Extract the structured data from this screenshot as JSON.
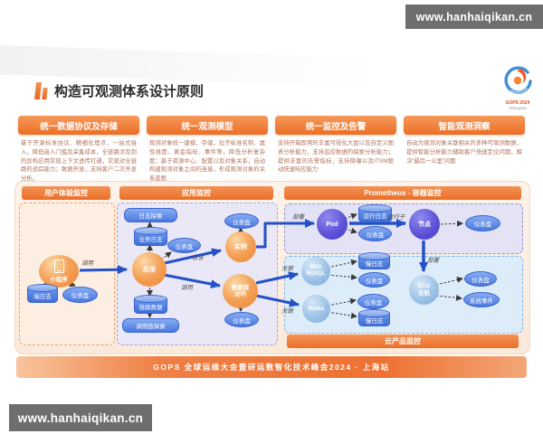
{
  "watermark_top": "www.hanhaiqikan.cn",
  "watermark_bottom": "www.hanhaiqikan.cn",
  "title": "构造可观测体系设计原则",
  "logo": {
    "name": "GOPS 2024",
    "city": "Shanghai"
  },
  "footer": "GOPS 全球运维大会暨研运数智化技术峰会2024 · 上海站",
  "principles": [
    {
      "title": "统一数据协议及存储",
      "desc": "基于开源标准协议、精细化埋点，一站式接入，降低接入门槛及采集成本，全链路涉及到的异构应用实现上下文透传打通，实现对全链路的追踪能力；数据开放，支持客户二次开发分析。"
    },
    {
      "title": "统一观测模型",
      "desc": "观测对象统一建模、存储，拉齐标准名称、属性维度、黄金指标、事件等，降低分析复杂度；基于资源中心、配置以及对象关系，自动构建观测对象之间的连接，形成观测对象的关系蓝图"
    },
    {
      "title": "统一监控及告警",
      "desc": "支持开箱即用的丰富可视化大盘以及自定义图表分析能力，支持监控数据的探索分析能力；提供丰富的告警指标，支持降噪以及ITSM联动快速响应能力"
    },
    {
      "title": "智能观测洞察",
      "desc": "自动为观测对象关联相关的多种可观测数据，提供智能分析能力辅助客户快速定位问题，解决“最后一公里”问题"
    }
  ],
  "diagram": {
    "sections": {
      "user": "用户体验监控",
      "app": "应用监控",
      "prometheus": "Prometheus - 容器监控",
      "cloud": "云产品监控"
    },
    "nodes": {
      "mini_program": "小程序",
      "client_log": "端日志",
      "dashboard": "仪表盘",
      "log_explore": "日志探索",
      "biz_log": "业务日志",
      "app": "应用",
      "trace_data": "链路数据",
      "trace_explore": "调用链探索",
      "instance": "实例",
      "db_access": "数据库\n访问",
      "pod": "Pod",
      "run_log": "运行日志",
      "node": "节点",
      "rds": "RDS\nMySQL",
      "redis": "Redis",
      "slow_log": "慢日志",
      "ecs": "ECS\n主机",
      "sys_event": "系统事件"
    },
    "edges": {
      "call1": "调用",
      "contain": "包含",
      "call2": "调用",
      "deploy1": "部署",
      "run_on": "运行于",
      "deploy2": "部署",
      "assoc1": "关联",
      "assoc2": "关联"
    }
  },
  "colors": {
    "accent_orange": "#EC6E27",
    "node_blue": "#4A79E2",
    "node_purple": "#5B50D6",
    "node_lightblue": "#8FB8E2",
    "arrow_blue": "#2450C8"
  }
}
